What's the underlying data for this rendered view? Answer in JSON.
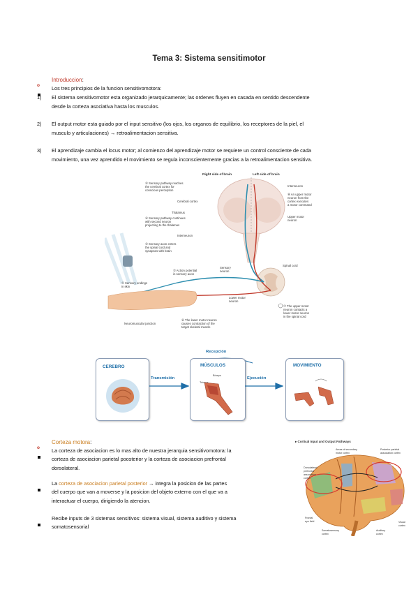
{
  "title": "Tema 3: Sistema sensitimotor",
  "sections": {
    "intro": {
      "bullet": "o",
      "heading": "Introduccion",
      "colon": ":",
      "lead": "Los tres principios de la funcion sensitivomotora:",
      "items": [
        {
          "num": "1)",
          "line1": "El sistema sensitivomotor esta organizado jerarquicamente; las ordenes fluyen en casada en sentido descendente",
          "line2": "desde la corteza asociativa hasta los musculos."
        },
        {
          "num": "2)",
          "line1": "El output motor esta guiado por el input sensitivo (los ojos, los organos de equilibrio, los receptores de la piel, el",
          "line2": "musculo y articulaciones) → retroalimentacion sensitiva."
        },
        {
          "num": "3)",
          "line1": "El aprendizaje cambia el locus motor; al comienzo del aprendizaje motor se requiere un control consciente de cada",
          "line2": "movimiento, una vez aprendido el movimiento se regula inconscientemente gracias a la retroalimentacion sensitiva."
        }
      ]
    },
    "cortex": {
      "bullet": "o",
      "heading": "Corteza motora",
      "colon": ":",
      "items": [
        {
          "lines": [
            "La corteza de asociacion es lo mas alto de nuestra jerarquia sensitivomotora: la",
            "corteza de asociacion parietal poosterior y la corteza de asociacion prefrontal",
            "dorsolateral."
          ]
        },
        {
          "pre": "La ",
          "highlight": "corteza de asociacion parietal posterior",
          "post": " → integra la posicion de las partes",
          "lines": [
            "del cuerpo que van a moverse y la posicion del objeto externo con el que va a",
            "interactuar el cuerpo, dirigiendo la atencion."
          ]
        },
        {
          "lines": [
            "Recibe inputs de 3 sistemas sensitivos: sistema visual, sistema auditivo y sistema",
            "somatosensorial"
          ]
        }
      ]
    }
  },
  "figure1": {
    "top_labels": {
      "right": "Right side of brain",
      "left": "Left side of brain"
    },
    "labels": {
      "l5": "⑤ Sensory pathway reaches",
      "l5b": "the cerebral cortex for",
      "l5c": "conscious perception",
      "cortex": "Cerebral cortex",
      "thalamus": "Thalamus",
      "l4": "④ Sensory pathway continues",
      "l4b": "with second neuron",
      "l4c": "projecting to the thalamus",
      "inter1": "Interneuron",
      "l3": "③ Sensory axon enters",
      "l3b": "the spinal cord and",
      "l3c": "synapses with brain",
      "l2": "② Action potential",
      "l2b": "in sensory axon",
      "l1": "① Sensory endings",
      "l1b": "in skin",
      "nmj": "Neuromuscular junction",
      "l6": "⑥ The lower motor neuron",
      "l6b": "causes contraction of the",
      "l6c": "target skeletal muscle",
      "sensory_neuron": "Sensory",
      "sensory_neuron_b": "neuron",
      "lower_motor": "Lower motor",
      "lower_motor_b": "neuron",
      "interneuron_r": "Interneuron",
      "l8": "⑧ An upper motor",
      "l8b": "neuron from the",
      "l8c": "cortex executes",
      "l8d": "a motor command",
      "upper_motor": "Upper motor",
      "upper_motor_b": "neuron",
      "spinal": "Spinal cord",
      "l7": "⑦ The upper motor",
      "l7b": "neuron contacts a",
      "l7c": "lower motor neuron",
      "l7d": "in the spinal cord"
    }
  },
  "figure2": {
    "recepcion": "Recepción",
    "cerebro": "CEREBRO",
    "transmision": "Transmisión",
    "musculos": "MÚSCULOS",
    "ejecucion": "Ejecución",
    "movimiento": "MOVIMIENTO",
    "m_labels": [
      "Bíceps",
      "Tríceps"
    ]
  },
  "figure3": {
    "caption": "▸ Cortical Input and Output Pathways",
    "labels": {
      "secondary": "Areas of secondary",
      "secondary_b": "motor cortex",
      "ppc": "Posterior parietal",
      "ppc_b": "association cortex",
      "dlpfc": "Dorsolateral",
      "dlpfc_b": "prefrontal",
      "dlpfc_c": "association",
      "dlpfc_d": "cortex",
      "fef": "Frontal",
      "fef_b": "eye field",
      "visual": "Visual",
      "visual_b": "cortex",
      "somato": "Somatosensory",
      "somato_b": "cortex",
      "auditory": "Auditory",
      "auditory_b": "cortex"
    }
  },
  "colors": {
    "accent_red": "#c0392b",
    "accent_orange": "#c87a1a",
    "flow_blue": "#1f6fa8"
  }
}
